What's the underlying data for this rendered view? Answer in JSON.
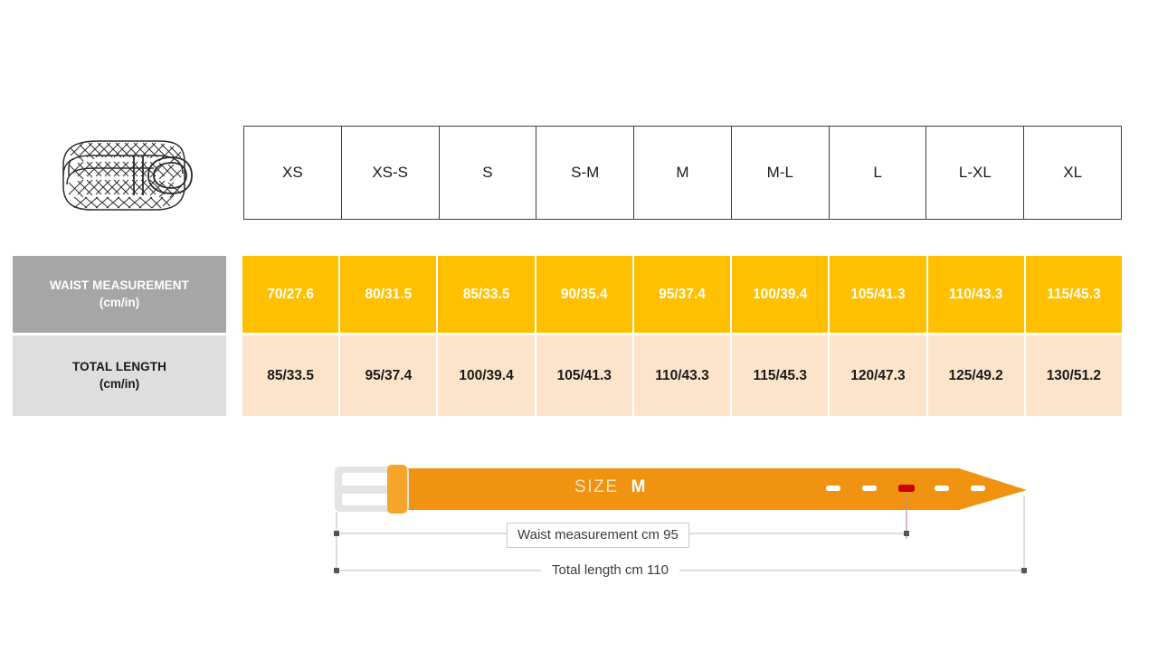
{
  "product": {
    "icon": "braided-belt-icon",
    "alt": "Braided belt"
  },
  "table": {
    "sizes": [
      "XS",
      "XS-S",
      "S",
      "S-M",
      "M",
      "M-L",
      "L",
      "L-XL",
      "XL"
    ],
    "rows": [
      {
        "label_line1": "WAIST MEASUREMENT",
        "label_line2": "(cm/in)",
        "values": [
          "70/27.6",
          "80/31.5",
          "85/33.5",
          "90/35.4",
          "95/37.4",
          "100/39.4",
          "105/41.3",
          "110/43.3",
          "115/45.3"
        ]
      },
      {
        "label_line1": "TOTAL LENGTH",
        "label_line2": "(cm/in)",
        "values": [
          "85/33.5",
          "95/37.4",
          "100/39.4",
          "105/41.3",
          "110/43.3",
          "115/45.3",
          "120/47.3",
          "125/49.2",
          "130/51.2"
        ]
      }
    ]
  },
  "diagram": {
    "size_word": "SIZE",
    "size_value": "M",
    "waist_label": "Waist measurement cm 95",
    "total_label": "Total length cm 110",
    "holes_total": 5,
    "highlighted_hole_index": 2
  },
  "colors": {
    "orange": "#ffc000",
    "peach": "#fce4ca",
    "gray_label": "#a6a6a6",
    "light_gray_label": "#dedede",
    "belt_body": "#ef9311",
    "belt_keeper": "#f5a52a",
    "buckle": "#e4e4e4",
    "hole_highlight": "#cc0000",
    "border": "#3f3f3f"
  }
}
